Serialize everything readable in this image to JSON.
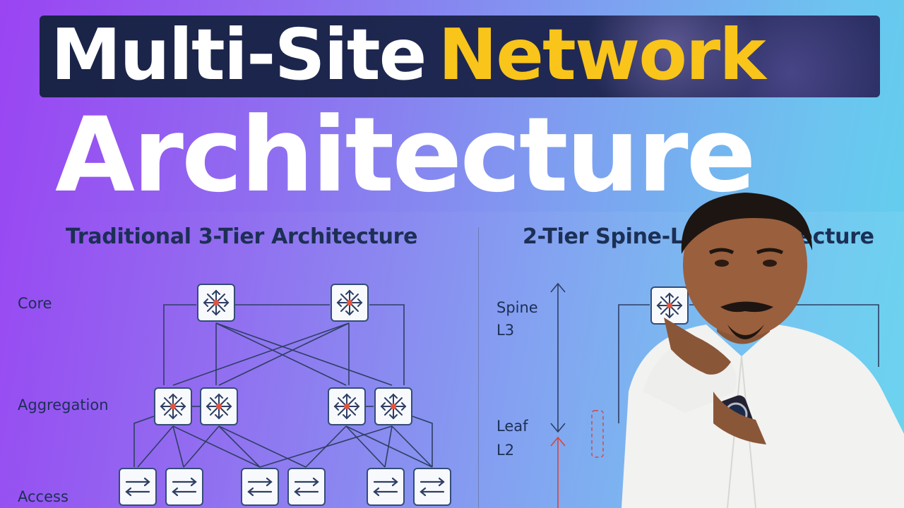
{
  "title": {
    "line1_part1": "Multi-Site",
    "line1_part2": "Network",
    "line2": "Architecture"
  },
  "left_diagram": {
    "title": "Traditional 3-Tier Architecture",
    "tiers": [
      "Core",
      "Aggregation",
      "Access"
    ]
  },
  "right_diagram": {
    "title": "2-Tier Spine-Leaf Architecture",
    "tiers": [
      {
        "name": "Spine",
        "layer": "L3"
      },
      {
        "name": "Leaf",
        "layer": "L2"
      }
    ]
  },
  "colors": {
    "title_gold": "#f9c51a",
    "diagram_ink": "#1c2f55",
    "device_accent": "#e5533d"
  },
  "icons": [
    "router-icon",
    "switch-icon"
  ]
}
